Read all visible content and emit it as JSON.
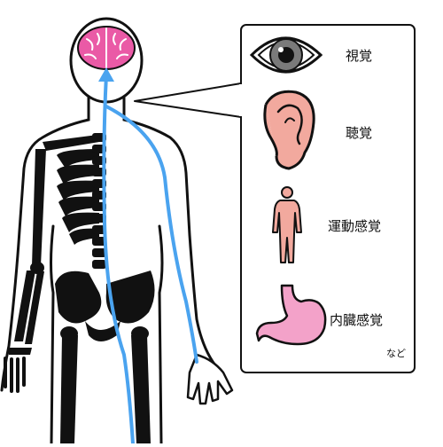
{
  "senses": [
    {
      "label": "視覚",
      "icon": "eye-icon"
    },
    {
      "label": "聴覚",
      "icon": "ear-icon"
    },
    {
      "label": "運動感覚",
      "icon": "body-figure-icon"
    },
    {
      "label": "内臓感覚",
      "icon": "stomach-icon"
    }
  ],
  "footnote": "など",
  "colors": {
    "nerve_path": "#4aa3ef",
    "brain": "#ea5aa6",
    "skin": "#f2a99e",
    "stomach": "#f3a2c9",
    "outline": "#111111",
    "eye_gray": "#7a7a7a"
  }
}
